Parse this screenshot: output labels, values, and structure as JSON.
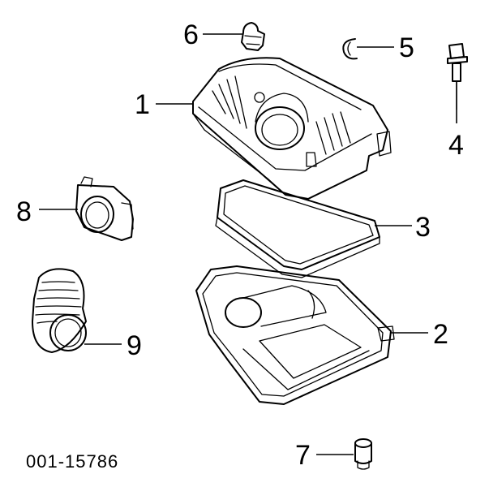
{
  "diagram": {
    "callouts": {
      "c1": "1",
      "c2": "2",
      "c3": "3",
      "c4": "4",
      "c5": "5",
      "c6": "6",
      "c7": "7",
      "c8": "8",
      "c9": "9"
    },
    "part_code": "001-15786"
  }
}
